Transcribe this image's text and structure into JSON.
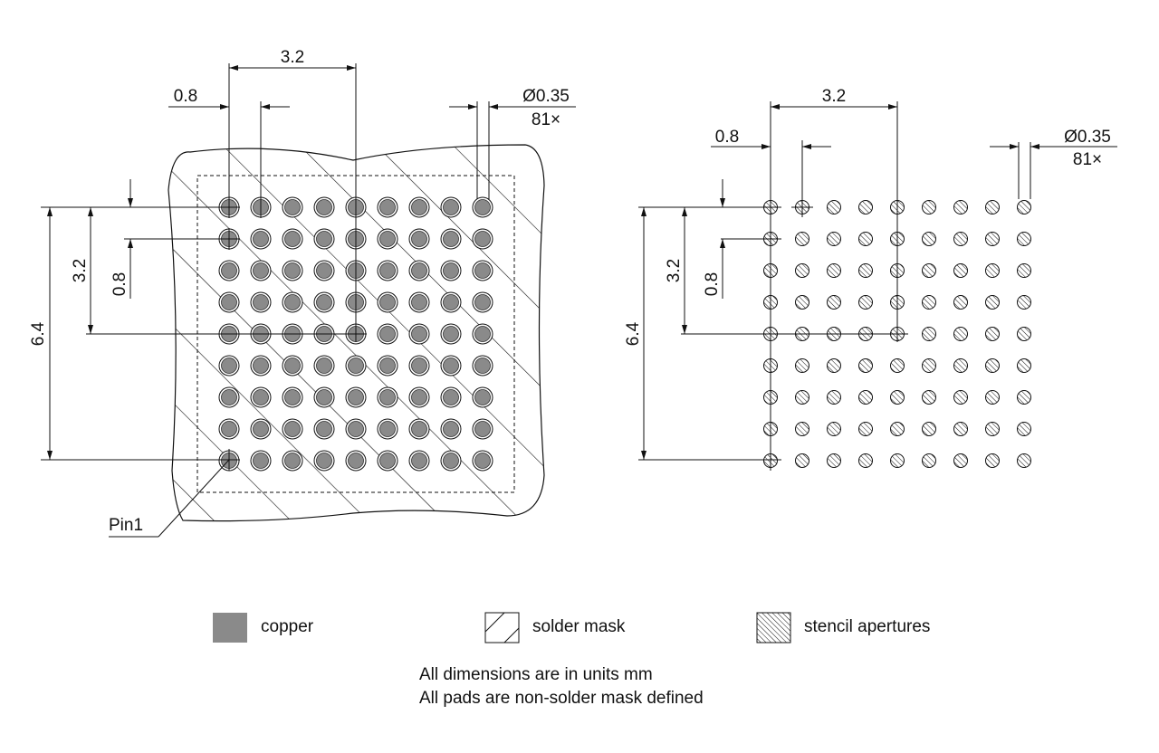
{
  "left_view": {
    "pitch_top": "3.2",
    "pitch_small_top": "0.8",
    "pad_diameter": "Ø0.35",
    "pad_count": "81×",
    "side_large": "6.4",
    "side_mid": "3.2",
    "side_small": "0.8",
    "pin_label": "Pin1"
  },
  "right_view": {
    "pitch_top": "3.2",
    "pitch_small_top": "0.8",
    "pad_diameter": "Ø0.35",
    "pad_count": "81×",
    "side_large": "6.4",
    "side_mid": "3.2",
    "side_small": "0.8"
  },
  "legend": {
    "copper": "copper",
    "solder_mask": "solder mask",
    "stencil": "stencil apertures"
  },
  "notes": {
    "line1": "All dimensions are in units mm",
    "line2": "All pads are non-solder mask defined"
  },
  "colors": {
    "copper": "#8a8a8a",
    "line": "#111111"
  },
  "grid": {
    "rows": 9,
    "cols": 9
  }
}
